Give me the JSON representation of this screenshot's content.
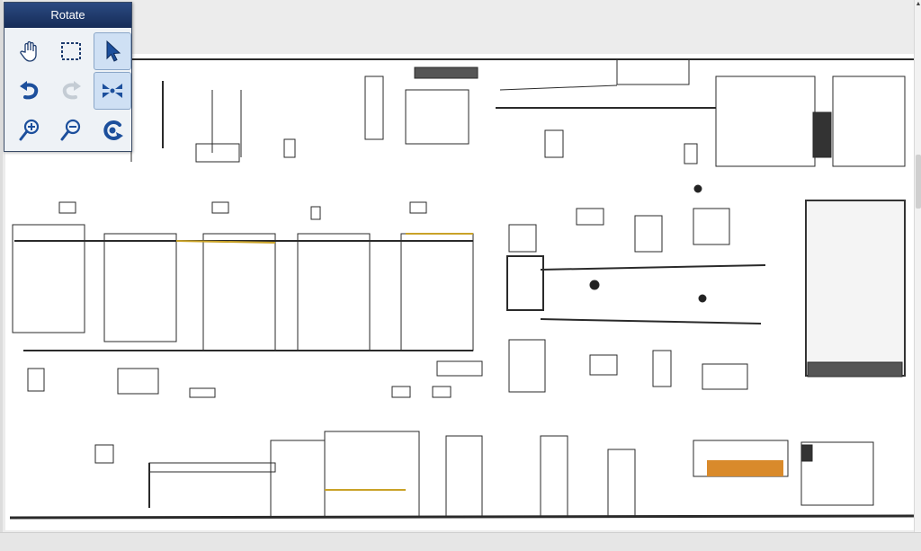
{
  "palette": {
    "title": "Rotate",
    "tools": [
      {
        "name": "hand-pan-icon",
        "state": "normal"
      },
      {
        "name": "box-select-icon",
        "state": "normal"
      },
      {
        "name": "arrow-pointer-icon",
        "state": "active"
      },
      {
        "name": "undo-arrow-icon",
        "state": "normal"
      },
      {
        "name": "redo-arrow-icon",
        "state": "disabled"
      },
      {
        "name": "zoom-extents-icon",
        "state": "active"
      },
      {
        "name": "zoom-in-icon",
        "state": "normal"
      },
      {
        "name": "zoom-out-icon",
        "state": "normal"
      },
      {
        "name": "rotate-icon",
        "state": "normal"
      }
    ]
  },
  "colors": {
    "title_bar": "#1f3a6e",
    "icon_blue": "#1c4f9c",
    "drawing_line": "#2a2a2a",
    "accent_yellow": "#c9a227",
    "accent_orange": "#d98a2b"
  }
}
